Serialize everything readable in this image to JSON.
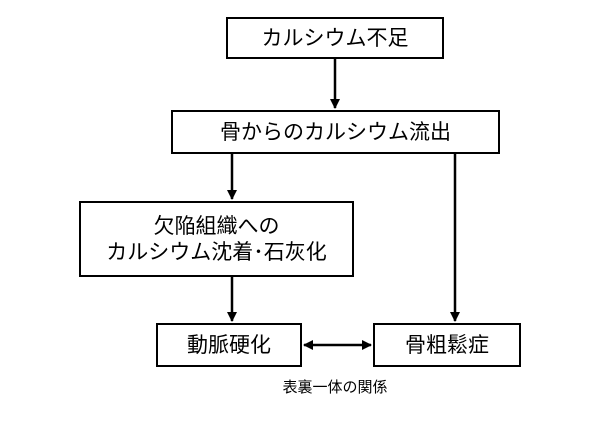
{
  "nodes": {
    "calcium_deficiency": "カルシウム不足",
    "bone_calcium_outflow": "骨からのカルシウム流出",
    "deposition_line1": "欠陥組織への",
    "deposition_line2": "カルシウム沈着･石灰化",
    "arteriosclerosis": "動脈硬化",
    "osteoporosis": "骨粗鬆症"
  },
  "caption": "表裏一体の関係"
}
